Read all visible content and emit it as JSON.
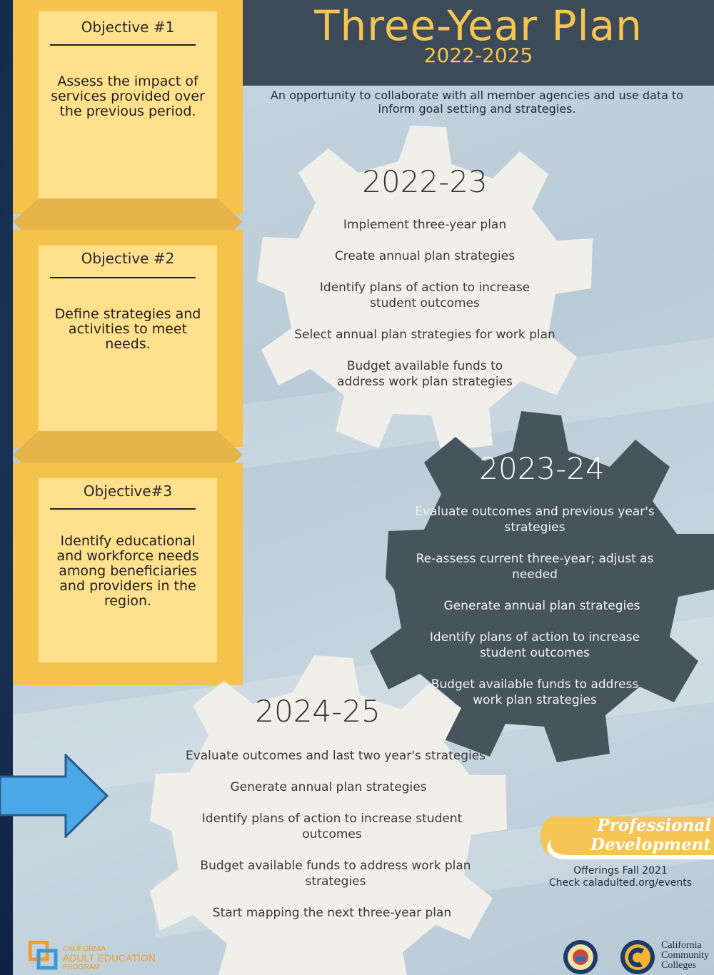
{
  "header": {
    "title": "Three-Year Plan",
    "years": "2022-2025",
    "subtitle": "An opportunity to collaborate with all member agencies and use data to inform goal setting and strategies."
  },
  "objectives": [
    {
      "title": "Objective #1",
      "text": "Assess the impact of services provided over the previous period."
    },
    {
      "title": "Objective #2",
      "text": "Define strategies and activities to meet needs."
    },
    {
      "title": "Objective#3",
      "text": "Identify educational and workforce needs among beneficiaries and providers in the region."
    }
  ],
  "gears": [
    {
      "year": "2022-23",
      "items": [
        "Implement three-year plan",
        "Create annual plan strategies",
        "Identify plans of action to increase student outcomes",
        "Select annual plan strategies for work plan",
        "Budget available funds to address work plan strategies"
      ]
    },
    {
      "year": "2023-24",
      "items": [
        "Evaluate outcomes and previous year's strategies",
        "Re-assess current three-year; adjust as needed",
        "Generate annual plan strategies",
        "Identify plans of action to increase student outcomes",
        "Budget available funds to address work plan strategies"
      ]
    },
    {
      "year": "2024-25",
      "items": [
        "Evaluate outcomes and last two year's strategies",
        "Generate annual plan strategies",
        "Identify plans of action to increase student outcomes",
        "Budget available funds to address work plan strategies",
        "Start mapping the next three-year plan"
      ]
    }
  ],
  "promo": {
    "badge": "Professional Development",
    "line1": "Offerings Fall 2021",
    "line2": "Check caladulted.org/events"
  },
  "logos": {
    "caep_line1": "CALIFORNIA",
    "caep_line2": "ADULT EDUCATION",
    "caep_line3": "PROGRAM",
    "ccc_line1": "California",
    "ccc_line2": "Community",
    "ccc_line3": "Colleges"
  },
  "colors": {
    "gold": "#f4c552",
    "panel": "#ffe08c",
    "header": "#3d4a57",
    "light_gear": "#f1efea",
    "dark_gear": "#46545c",
    "arrow": "#4aa8e6"
  }
}
